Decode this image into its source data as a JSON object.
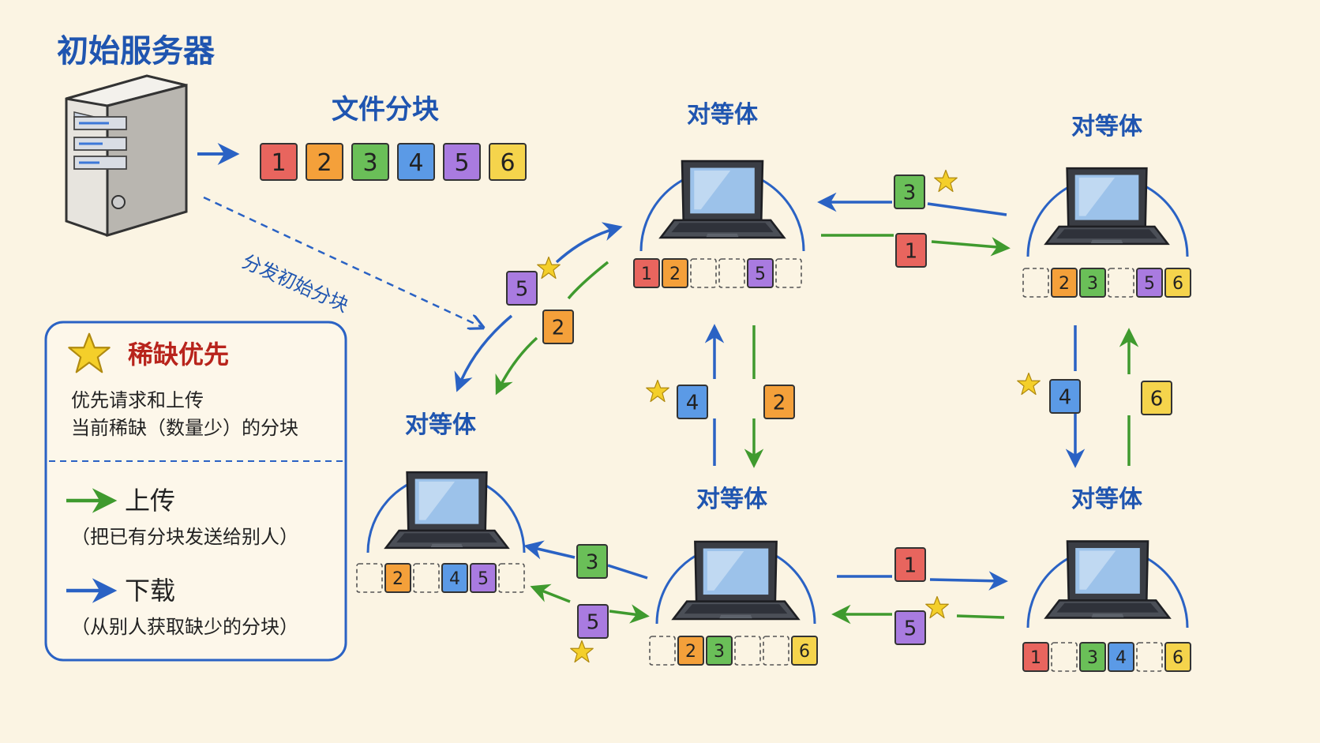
{
  "colors": {
    "c1": "#e8655e",
    "c2": "#f4a03a",
    "c3": "#6abf58",
    "c4": "#5b9ae6",
    "c5": "#a97be0",
    "c6": "#f5d44c",
    "upload": "#3f9a2e",
    "download": "#2a62c4",
    "accent_text": "#1f55b0",
    "star": "#f4cf2a"
  },
  "server": {
    "title": "初始服务器",
    "icon": "server-tower-icon"
  },
  "file_chunks": {
    "title": "文件分块",
    "values": [
      "1",
      "2",
      "3",
      "4",
      "5",
      "6"
    ]
  },
  "distribute_label": "分发初始分块",
  "peer_label": "对等体",
  "peers": {
    "p1": {
      "label": "对等体",
      "chunks": [
        "1",
        "2",
        "",
        "",
        "5",
        ""
      ]
    },
    "p2": {
      "label": "对等体",
      "chunks": [
        "",
        "2",
        "3",
        "",
        "5",
        "6"
      ]
    },
    "p3": {
      "label": "对等体",
      "chunks": [
        "",
        "2",
        "",
        "4",
        "5",
        ""
      ]
    },
    "p4": {
      "label": "对等体",
      "chunks": [
        "",
        "2",
        "3",
        "",
        "",
        "6"
      ]
    },
    "p5": {
      "label": "对等体",
      "chunks": [
        "1",
        "",
        "3",
        "4",
        "",
        "6"
      ]
    }
  },
  "transfers": {
    "t_p2_p1_3": "3",
    "t_p1_p2_1": "1",
    "t_p3_p1_5": "5",
    "t_p1_p3_2": "2",
    "t_p4_p1_4": "4",
    "t_p1_p4_2": "2",
    "t_p2_p5_4": "4",
    "t_p5_p2_6": "6",
    "t_p4_p3_3": "3",
    "t_p3_p4_5": "5",
    "t_p4_p5_1": "1",
    "t_p5_p4_5": "5"
  },
  "legend": {
    "rarest_title": "稀缺优先",
    "rarest_desc_1": "优先请求和上传",
    "rarest_desc_2": "当前稀缺（数量少）的分块",
    "upload_label": "上传",
    "upload_desc": "（把已有分块发送给别人）",
    "download_label": "下载",
    "download_desc": "（从别人获取缺少的分块）"
  }
}
